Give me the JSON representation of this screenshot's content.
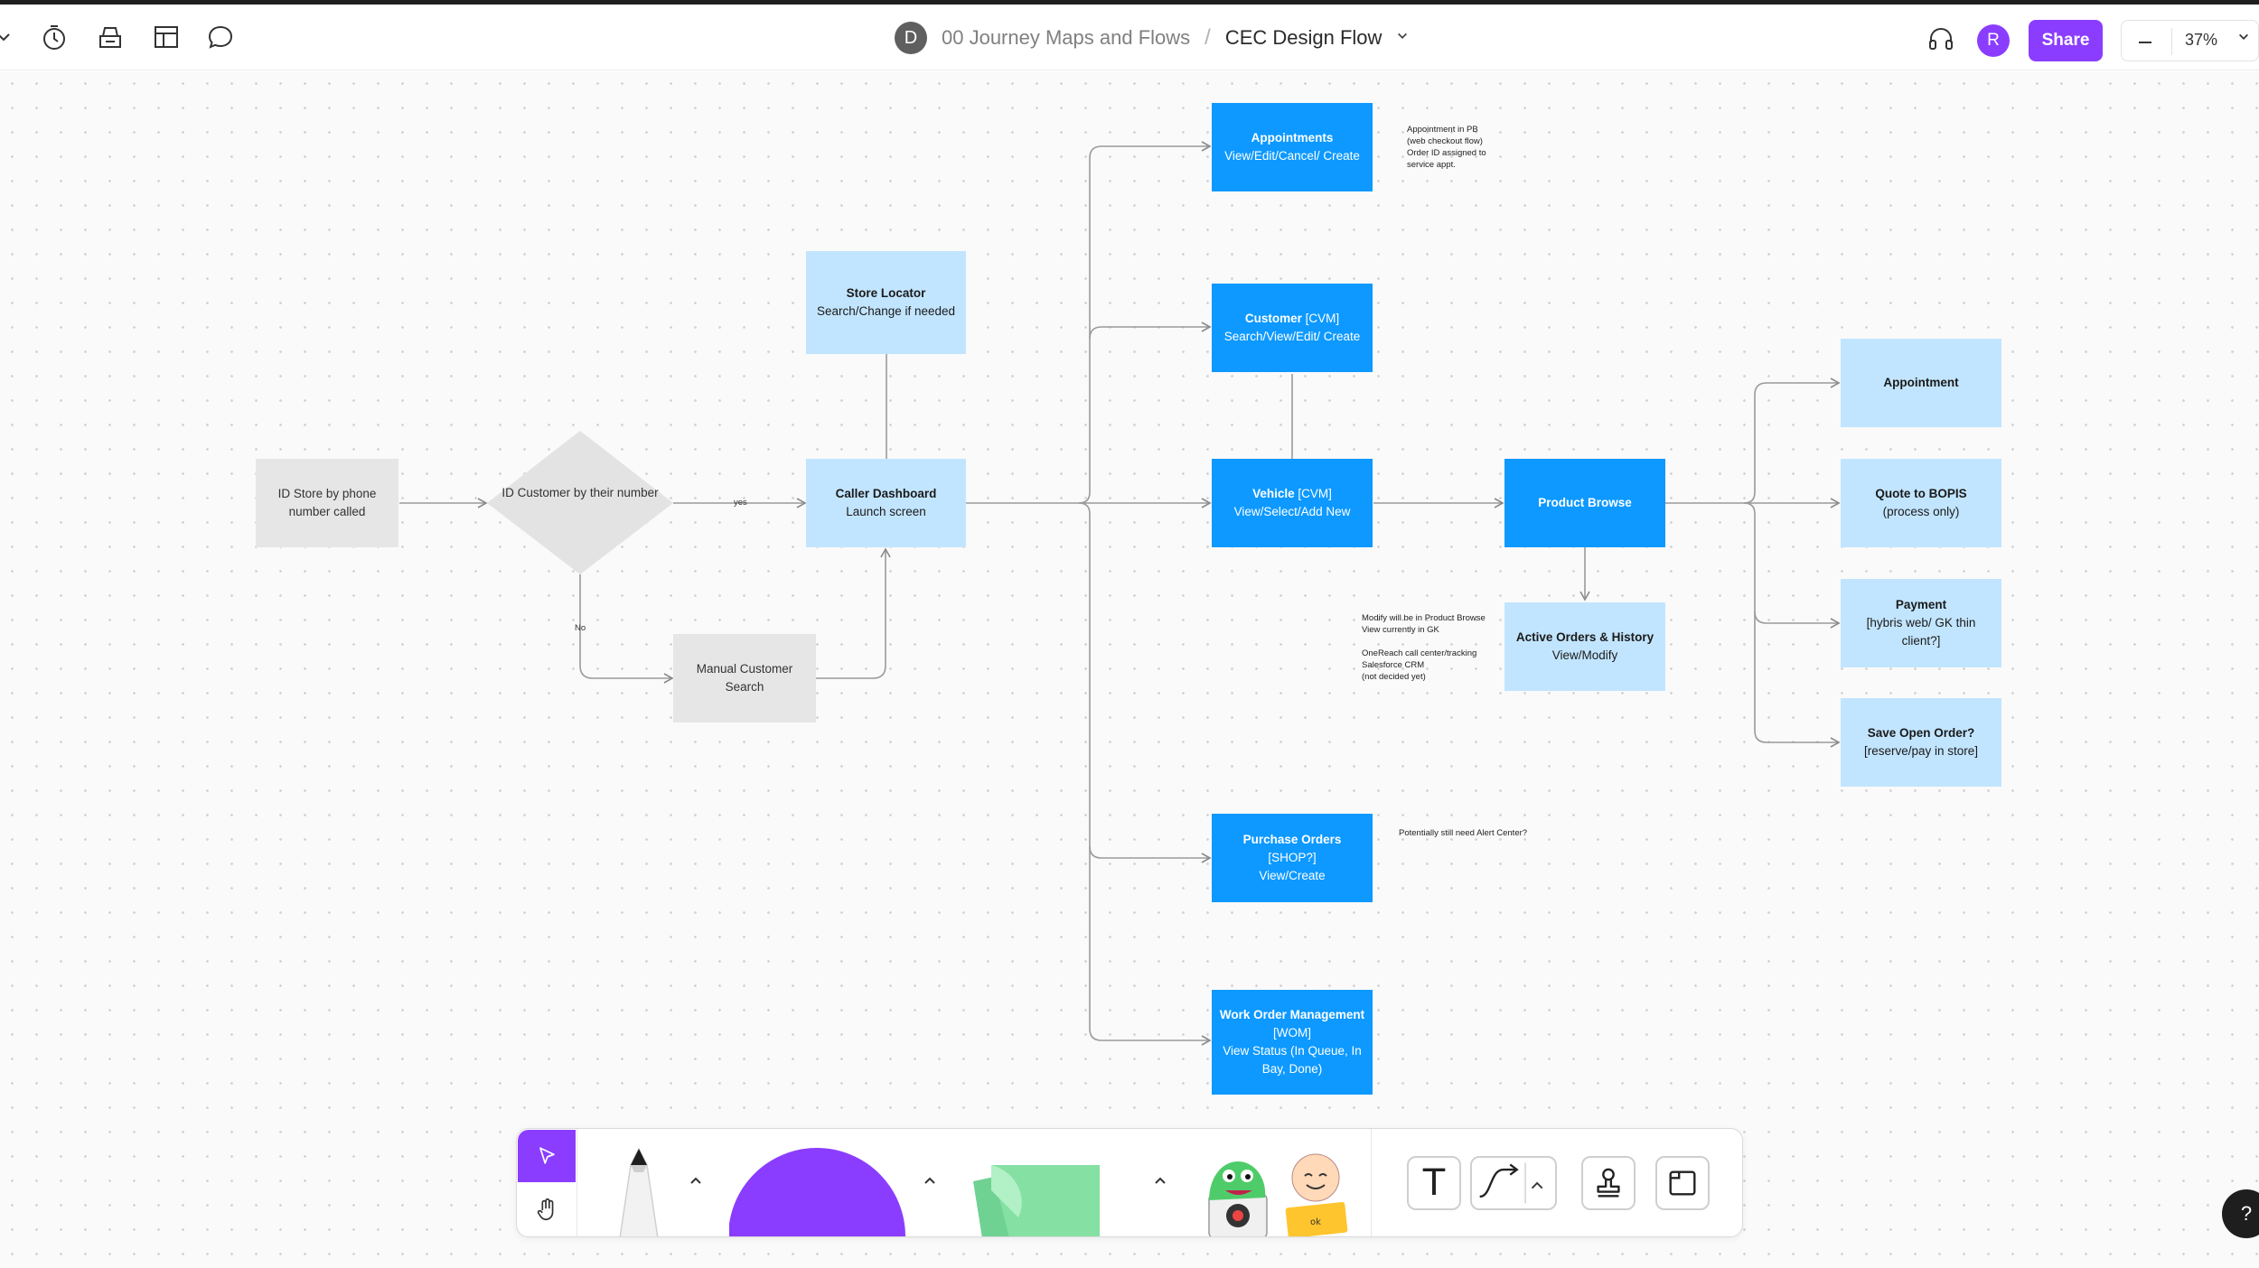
{
  "header": {
    "project_initial": "D",
    "project": "00 Journey Maps and Flows",
    "separator": "/",
    "file": "CEC Design Flow",
    "user_initial": "R",
    "share_label": "Share",
    "zoom": "37%",
    "accent_color": "#8b3dff"
  },
  "flow": {
    "id_store": "ID Store by phone number called",
    "id_customer": "ID Customer by their number",
    "yes_label": "yes",
    "no_label": "No",
    "manual_search": "Manual Customer Search",
    "store_locator_title": "Store Locator",
    "store_locator_body": "Search/Change if needed",
    "caller_title": "Caller Dashboard",
    "caller_body": "Launch screen",
    "appointments_title": "Appointments",
    "appointments_body": "View/Edit/Cancel/ Create",
    "customer_title": "Customer",
    "customer_tag": "[CVM]",
    "customer_body": "Search/View/Edit/ Create",
    "vehicle_title": "Vehicle",
    "vehicle_tag": "[CVM]",
    "vehicle_body": "View/Select/Add New",
    "purchase_title": "Purchase Orders",
    "purchase_tag": "[SHOP?]",
    "purchase_body": "View/Create",
    "work_order_title": "Work Order Management",
    "work_order_tag": "[WOM]",
    "work_order_body": "View Status (In Queue, In Bay, Done)",
    "product_browse": "Product Browse",
    "active_orders_title": "Active Orders & History",
    "active_orders_body": "View/Modify",
    "appointment": "Appointment",
    "quote_title": "Quote to BOPIS",
    "quote_body": "(process only)",
    "payment_title": "Payment",
    "payment_body": "[hybris web/ GK thin client?]",
    "save_title": "Save Open Order?",
    "save_body": "[reserve/pay in store]",
    "note_appointment": "Appointment in PB\n(web checkout flow)\nOrder ID assigned to\nservice appt.",
    "note_modify": "Modify will be in Product Browse\nView currently in GK\n\nOneReach call center/tracking\nSalesforce CRM\n(not decided yet)",
    "note_alert": "Potentially still need Alert Center?"
  },
  "colors": {
    "grey_node": "#e6e6e6",
    "light_blue_node": "#c2e5ff",
    "blue_node": "#0d99ff",
    "shape_tool": "#8b3dff",
    "sticky_note": "#85e0a3"
  },
  "dock": {
    "tools": [
      "select-icon",
      "hand-icon",
      "marker-icon",
      "shape-circle",
      "sticky-note",
      "stickers",
      "text-icon",
      "connector-icon",
      "stamp-icon",
      "section-icon"
    ],
    "text_tool_label": "T",
    "sticker_text": "ok"
  },
  "help_label": "?"
}
